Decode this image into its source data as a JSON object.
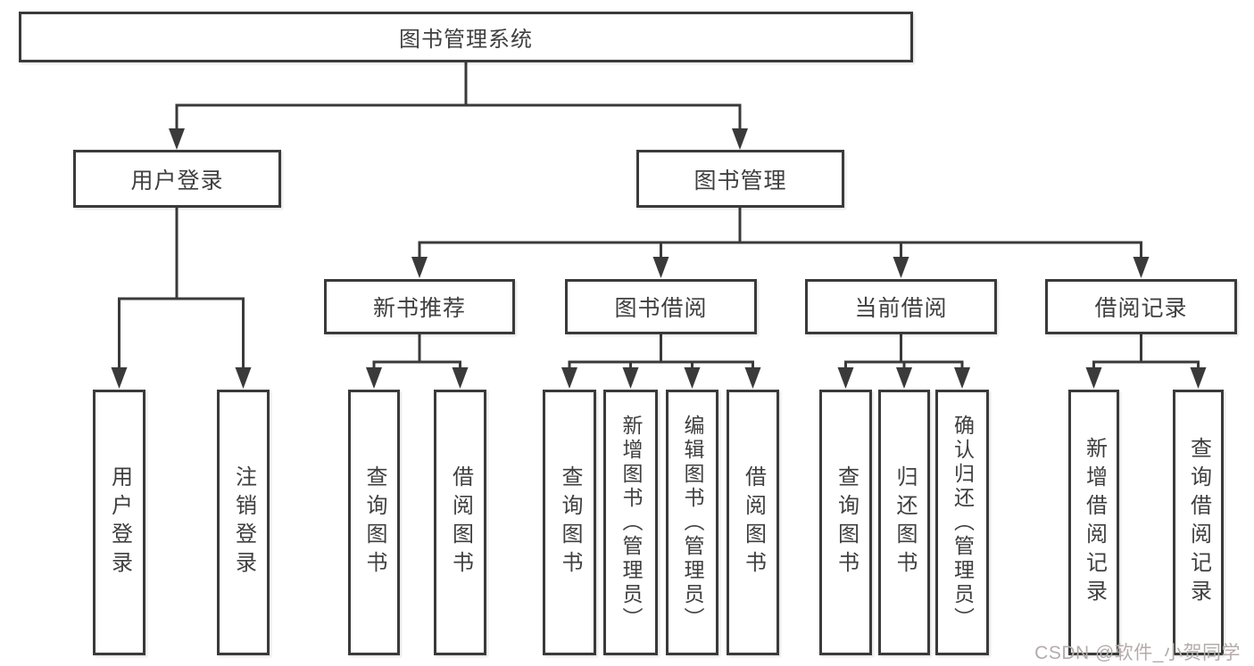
{
  "diagram": {
    "root": {
      "label": "图书管理系统"
    },
    "branches": [
      {
        "label": "用户登录",
        "children": [
          {
            "label": "用户登录"
          },
          {
            "label": "注销登录"
          }
        ]
      },
      {
        "label": "图书管理",
        "children": [
          {
            "label": "新书推荐",
            "children": [
              {
                "label": "查询图书"
              },
              {
                "label": "借阅图书"
              }
            ]
          },
          {
            "label": "图书借阅",
            "children": [
              {
                "label": "查询图书"
              },
              {
                "label": "新增图书（管理员）"
              },
              {
                "label": "编辑图书（管理员）"
              },
              {
                "label": "借阅图书"
              }
            ]
          },
          {
            "label": "当前借阅",
            "children": [
              {
                "label": "查询图书"
              },
              {
                "label": "归还图书"
              },
              {
                "label": "确认归还（管理员）"
              }
            ]
          },
          {
            "label": "借阅记录",
            "children": [
              {
                "label": "新增借阅记录"
              },
              {
                "label": "查询借阅记录"
              }
            ]
          }
        ]
      }
    ]
  },
  "watermark": {
    "text": "CSDN @软件_小贺同学"
  },
  "colors": {
    "line": "#3a3a3a",
    "text": "#3f3f3f",
    "background": "#ffffff",
    "box_fill": "#ffffff",
    "watermark": "#b5abab"
  }
}
